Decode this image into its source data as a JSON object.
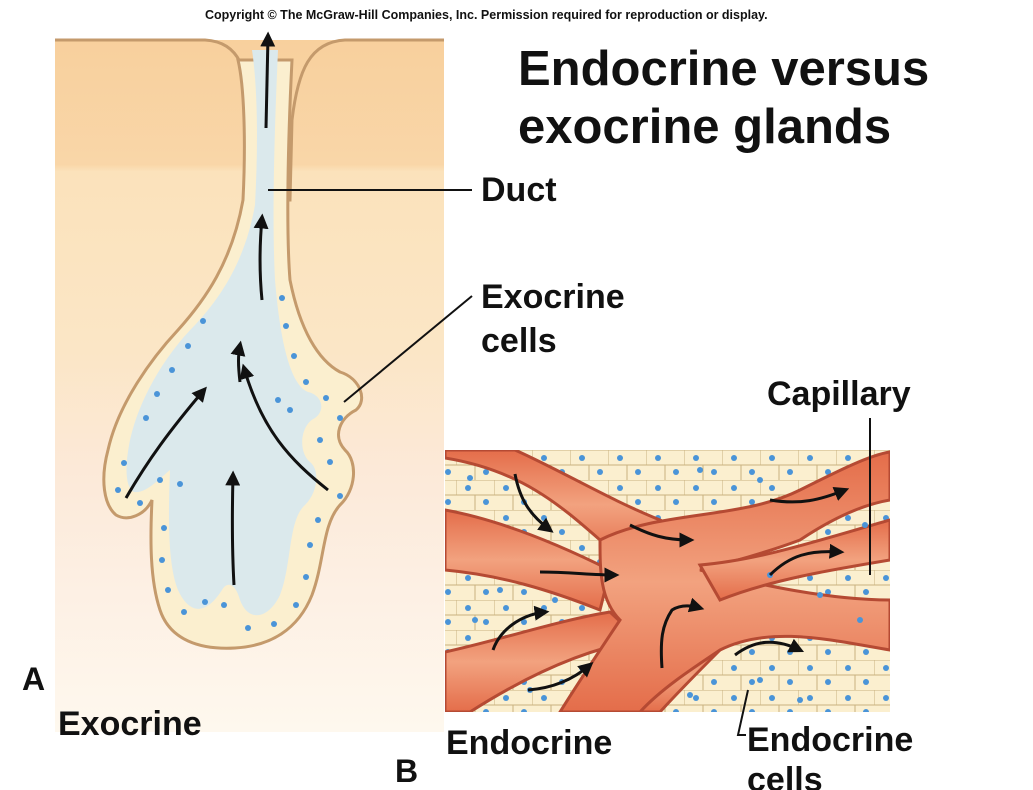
{
  "copyright": "Copyright © The McGraw-Hill Companies, Inc. Permission required for reproduction or display.",
  "title_line1": "Endocrine versus",
  "title_line2": "exocrine glands",
  "labels": {
    "duct": "Duct",
    "exocrine_cells_line1": "Exocrine",
    "exocrine_cells_line2": "cells",
    "capillary": "Capillary",
    "endocrine_cells_line1": "Endocrine",
    "endocrine_cells_line2": "cells"
  },
  "panels": {
    "a_letter": "A",
    "a_caption": "Exocrine",
    "b_letter": "B",
    "b_caption": "Endocrine"
  },
  "colors": {
    "tissue_tan": "#f9d5a6",
    "gland_outline": "#c49a6c",
    "lumen": "#dbe9ec",
    "cell_nucleus": "#4a94d8",
    "capillary": "#e67954",
    "capillary_wall": "#b54a33",
    "arrow": "#111111"
  }
}
